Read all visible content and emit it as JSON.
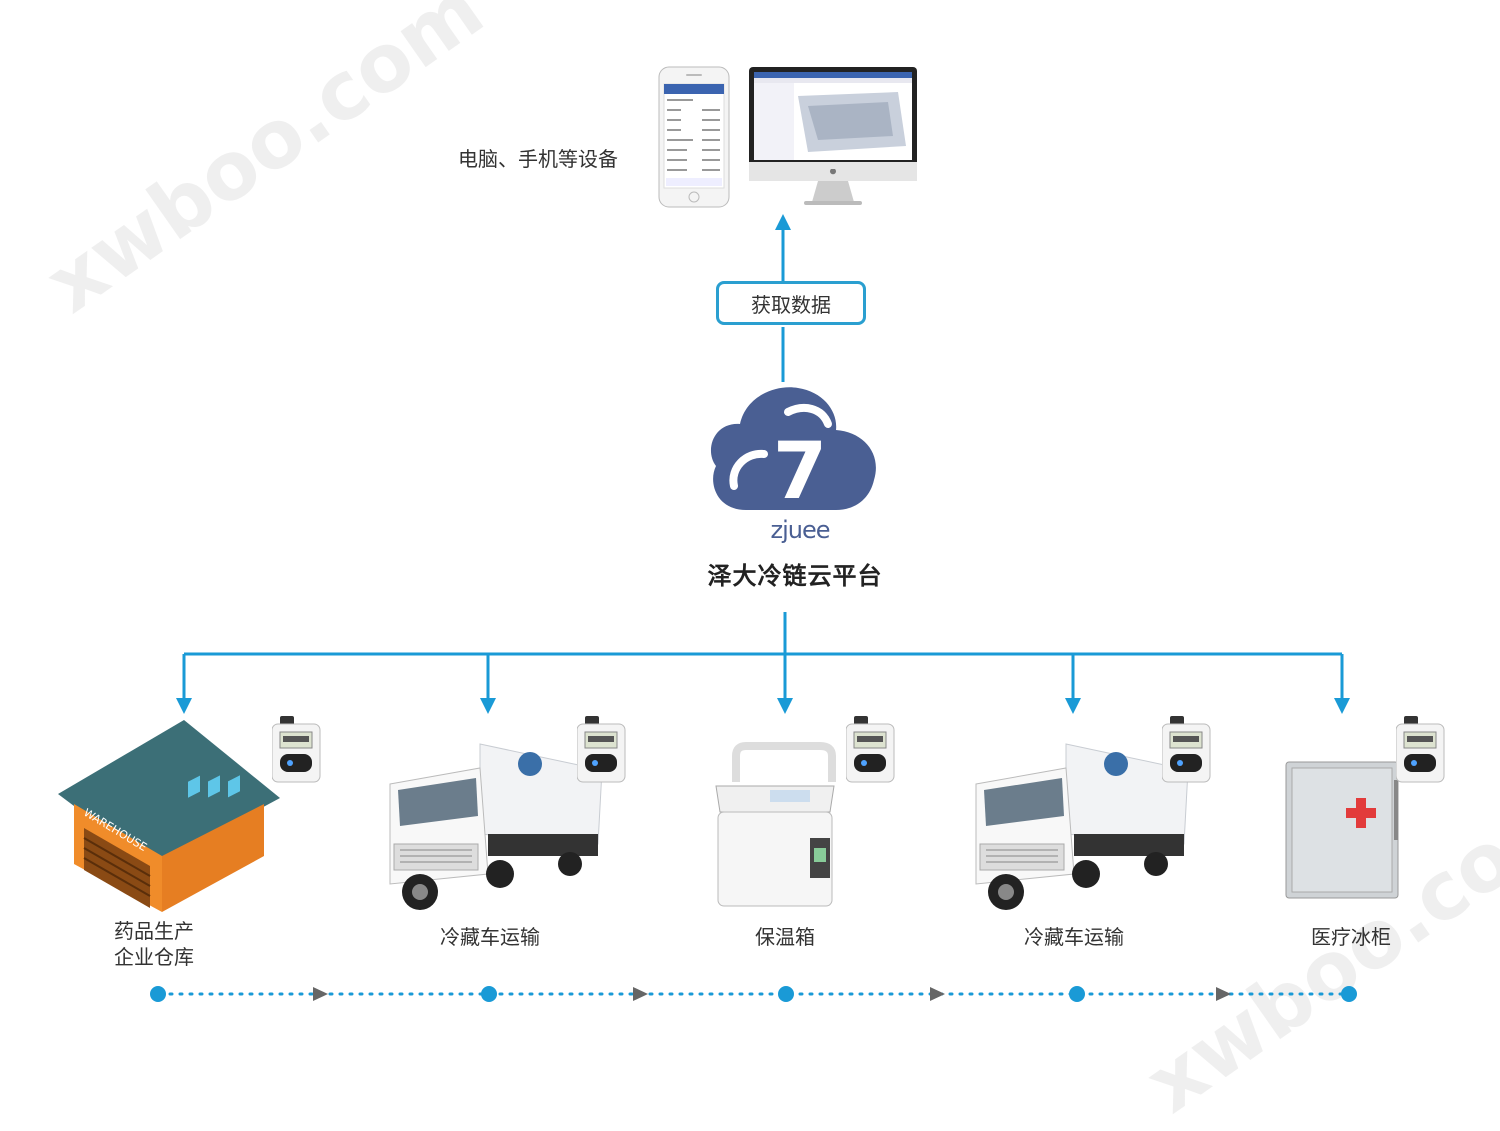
{
  "watermark": {
    "text": "xwboo.com"
  },
  "top": {
    "devices_label": "电脑、手机等设备",
    "fetch_label": "获取数据"
  },
  "platform": {
    "logo_letter": "7",
    "brand": "zjuee",
    "name": "泽大冷链云平台"
  },
  "nodes": [
    {
      "label_line1": "药品生产",
      "label_line2": "企业仓库",
      "sign": "WAREHOUSE"
    },
    {
      "label_line1": "冷藏车运输",
      "label_line2": ""
    },
    {
      "label_line1": "保温箱",
      "label_line2": ""
    },
    {
      "label_line1": "冷藏车运输",
      "label_line2": ""
    },
    {
      "label_line1": "医疗冰柜",
      "label_line2": ""
    }
  ],
  "colors": {
    "line": "#1a9ad6",
    "cloud": "#4a5f93",
    "box_border": "#2a9fd0"
  }
}
